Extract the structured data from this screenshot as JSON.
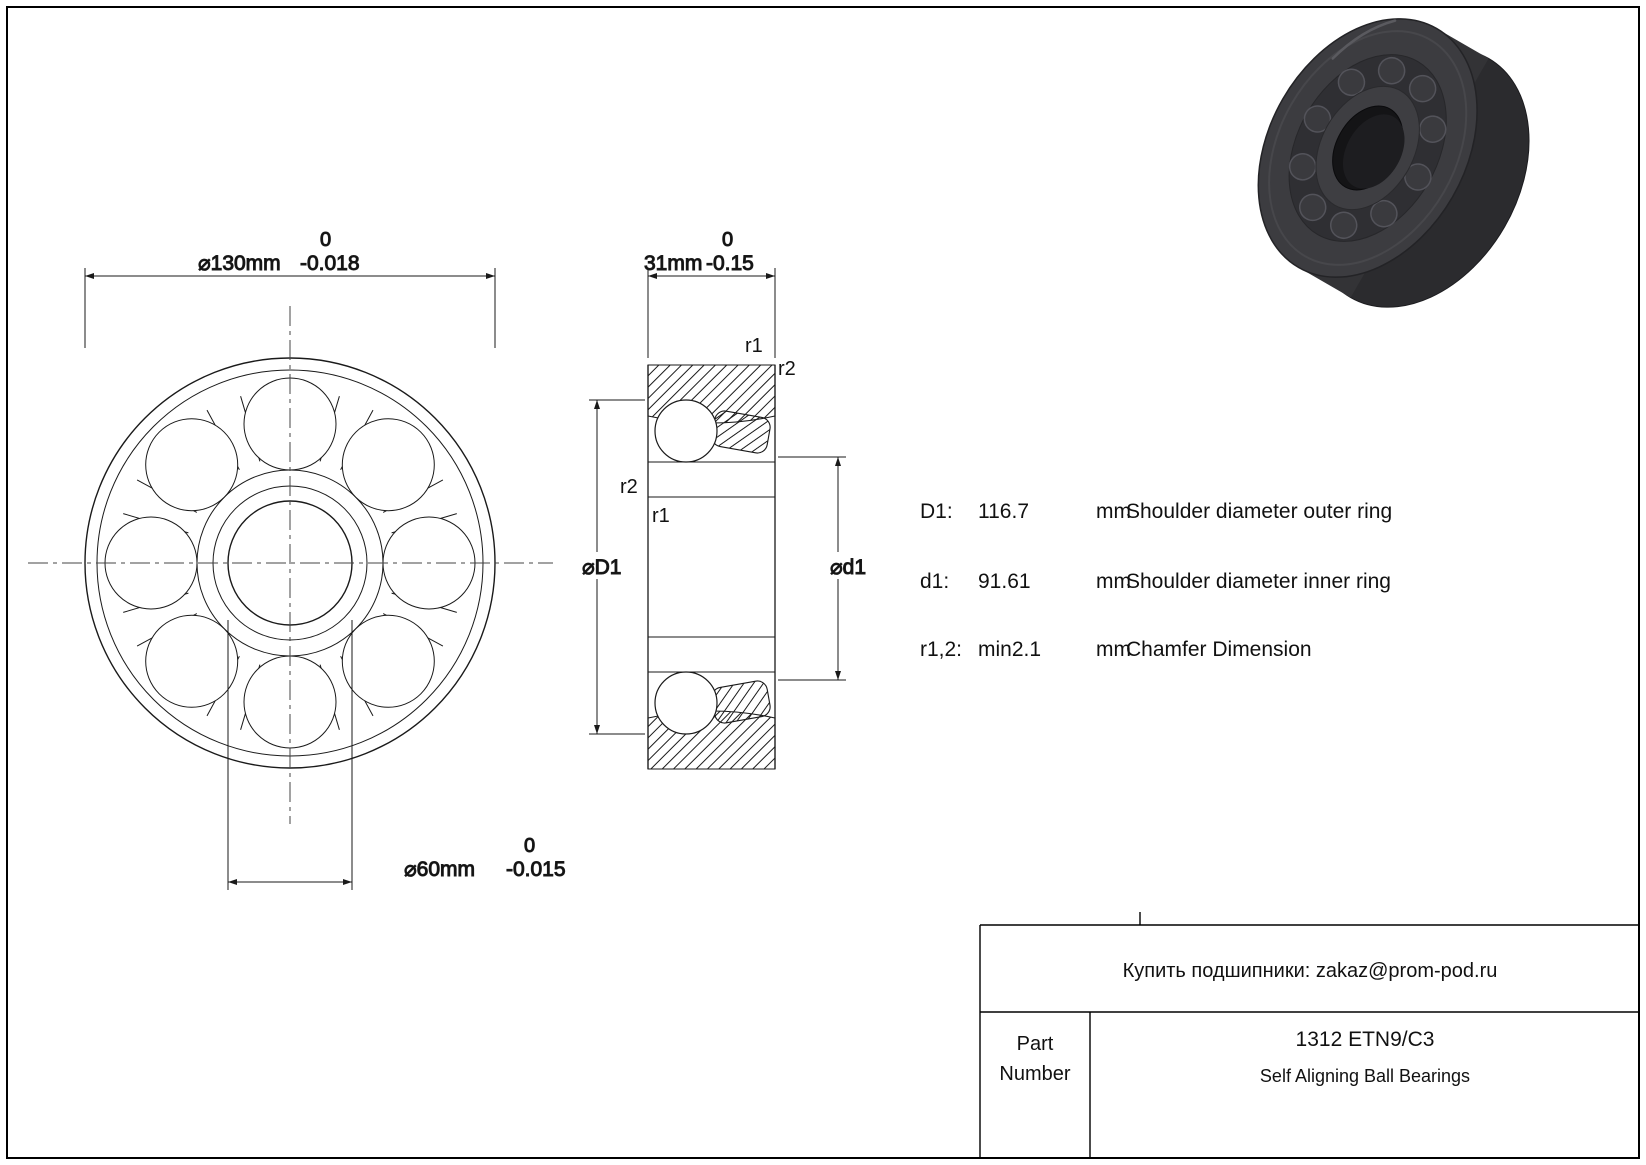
{
  "page": {
    "bg": "#ffffff",
    "line_color": "#1a1a1a"
  },
  "front_view": {
    "dim_outer": {
      "prefix": "⌀130mm",
      "upper": "0",
      "lower": "-0.018"
    },
    "dim_bore": {
      "prefix": "⌀60mm",
      "upper": "0",
      "lower": "-0.015"
    }
  },
  "section_view": {
    "dim_width": {
      "prefix": "31mm",
      "upper": "0",
      "lower": "-0.15"
    },
    "label_D1": "⌀D1",
    "label_d1": "⌀d1",
    "label_r1_top": "r1",
    "label_r2_top": "r2",
    "label_r2_left": "r2",
    "label_r1_left": "r1"
  },
  "specs": [
    {
      "name": "D1:",
      "value": "116.7",
      "unit": "mm",
      "desc": "Shoulder diameter outer ring"
    },
    {
      "name": "d1:",
      "value": "91.61",
      "unit": "mm",
      "desc": "Shoulder diameter inner ring"
    },
    {
      "name": "r1,2:",
      "value": "min2.1",
      "unit": "mm",
      "desc": "Chamfer Dimension"
    }
  ],
  "title_block": {
    "contact": "Купить подшипники: zakaz@prom-pod.ru",
    "part_label_line1": "Part",
    "part_label_line2": "Number",
    "part_number": "1312 ETN9/C3",
    "part_type": "Self Aligning Ball Bearings"
  }
}
